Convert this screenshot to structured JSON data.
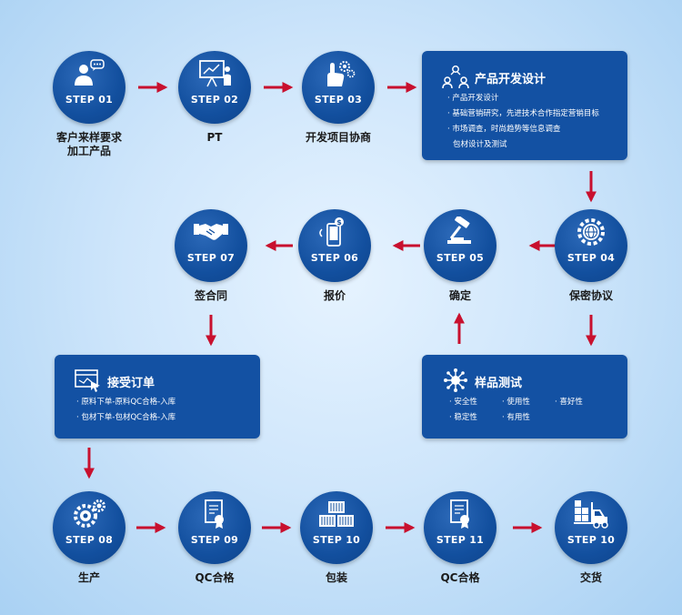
{
  "steps": [
    {
      "id": "01",
      "label": "STEP 01",
      "caption_lines": [
        "客户来样要求",
        "加工产品"
      ],
      "icon": "consultant-speech-icon"
    },
    {
      "id": "02",
      "label": "STEP 02",
      "caption_lines": [
        "PT"
      ],
      "icon": "presentation-board-icon"
    },
    {
      "id": "03",
      "label": "STEP 03",
      "caption_lines": [
        "开发项目协商"
      ],
      "icon": "hand-gear-icon"
    },
    {
      "id": "04",
      "label": "STEP 04",
      "caption_lines": [
        "保密协议"
      ],
      "icon": "gear-globe-icon"
    },
    {
      "id": "05",
      "label": "STEP 05",
      "caption_lines": [
        "确定"
      ],
      "icon": "gavel-icon"
    },
    {
      "id": "06",
      "label": "STEP 06",
      "caption_lines": [
        "报价"
      ],
      "icon": "phone-dollar-icon"
    },
    {
      "id": "07",
      "label": "STEP 07",
      "caption_lines": [
        "签合同"
      ],
      "icon": "handshake-icon"
    },
    {
      "id": "08",
      "label": "STEP 08",
      "caption_lines": [
        "生产"
      ],
      "icon": "gears-icon"
    },
    {
      "id": "09",
      "label": "STEP 09",
      "caption_lines": [
        "QC合格"
      ],
      "icon": "certificate-icon"
    },
    {
      "id": "10a",
      "label": "STEP 10",
      "caption_lines": [
        "包装"
      ],
      "icon": "containers-icon"
    },
    {
      "id": "11",
      "label": "STEP 11",
      "caption_lines": [
        "QC合格"
      ],
      "icon": "certificate-icon"
    },
    {
      "id": "10b",
      "label": "STEP 10",
      "caption_lines": [
        "交货"
      ],
      "icon": "forklift-icon"
    }
  ],
  "boxes": {
    "product_dev": {
      "title": "产品开发设计",
      "icon": "team-network-icon",
      "items": [
        "产品开发设计",
        "基础营销研究，先进技术合作指定营销目标",
        "市场调查，时尚趋势等信息调查",
        "包材设计及测试"
      ]
    },
    "sample_test": {
      "title": "样品测试",
      "icon": "molecule-icon",
      "items": [
        "安全性",
        "使用性",
        "喜好性",
        "稳定性",
        "有用性"
      ]
    },
    "order": {
      "title": "接受订单",
      "icon": "browser-cursor-icon",
      "items": [
        "原料下单-原料QC合格-入库",
        "包材下单-包材QC合格-入库"
      ]
    }
  },
  "colors": {
    "circle": "#124f9e",
    "box": "#1351a3",
    "arrow": "#c8102e"
  }
}
